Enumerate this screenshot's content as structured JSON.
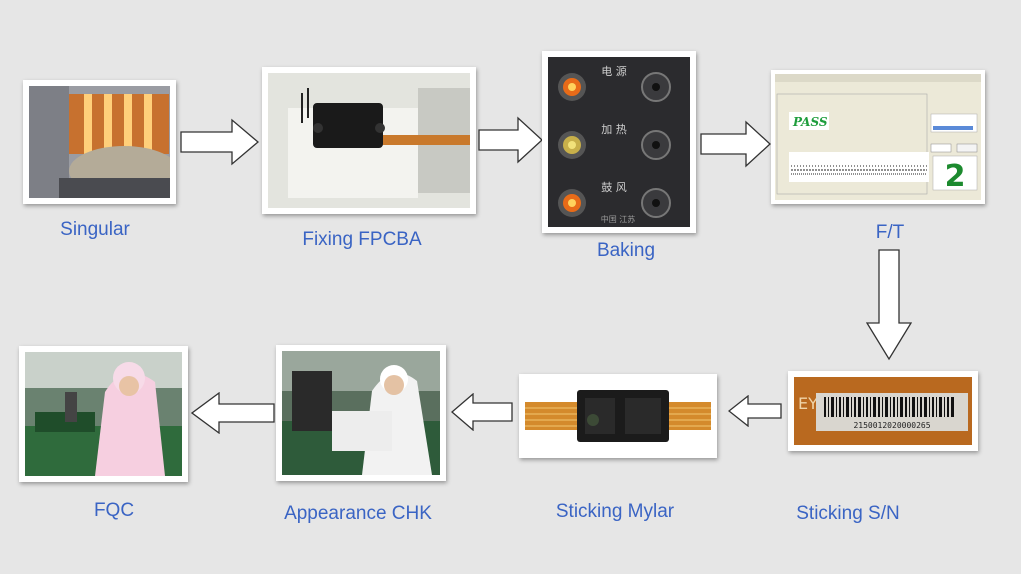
{
  "steps": [
    {
      "id": "singular",
      "label": "Singular"
    },
    {
      "id": "fixing",
      "label": "Fixing FPCBA"
    },
    {
      "id": "baking",
      "label": "Baking"
    },
    {
      "id": "ft",
      "label": "F/T"
    },
    {
      "id": "sn",
      "label": "Sticking S/N"
    },
    {
      "id": "mylar",
      "label": "Sticking Mylar"
    },
    {
      "id": "appearance",
      "label": "Appearance CHK"
    },
    {
      "id": "fqc",
      "label": "FQC"
    }
  ],
  "ft_screen": {
    "result": "PASS",
    "counter": "2"
  },
  "baking_panel": {
    "row_labels": [
      "电 源",
      "加 热",
      "鼓 风"
    ],
    "footer": "中国 江苏"
  },
  "sn_label": {
    "serial": "2150012020000265",
    "prefix": "EY"
  },
  "colors": {
    "label_text": "#3a64c4",
    "background": "#e6e6e6"
  }
}
